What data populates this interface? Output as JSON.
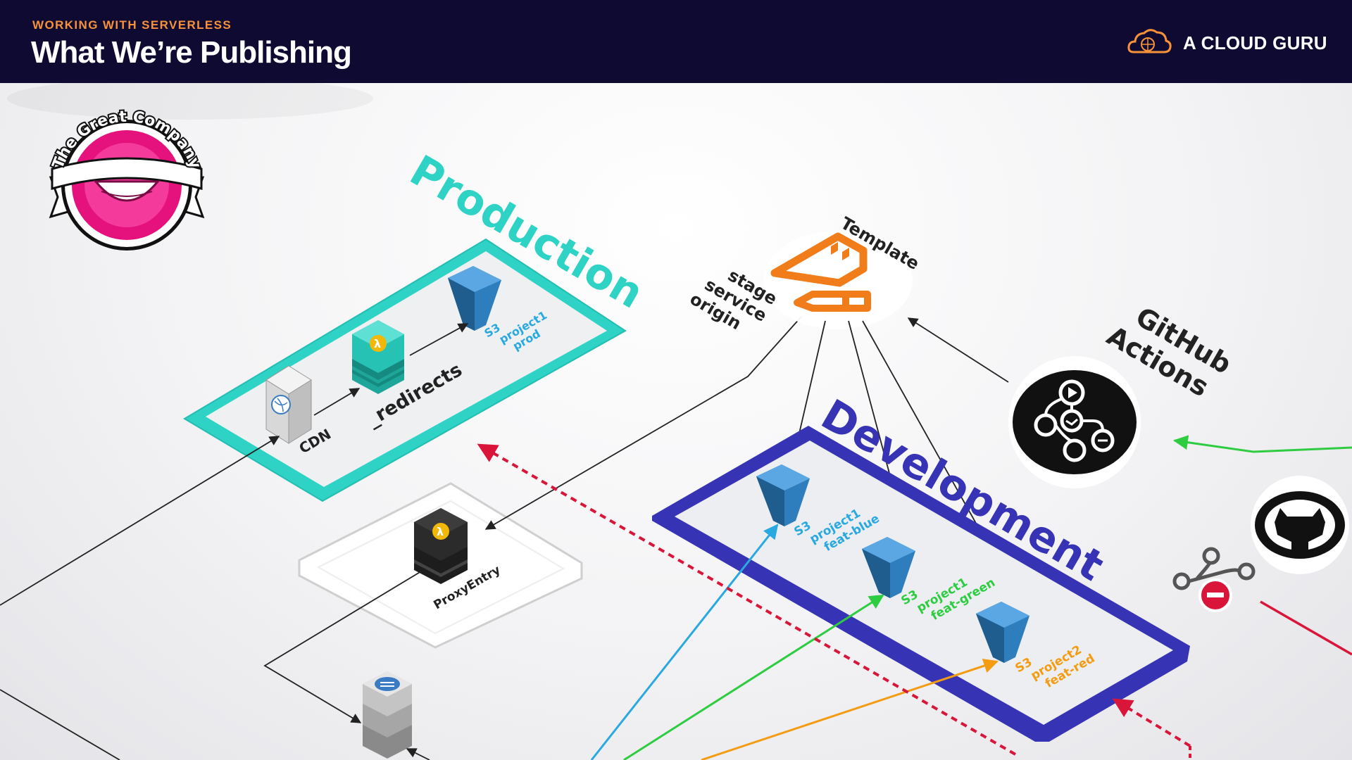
{
  "header": {
    "kicker": "WORKING WITH SERVERLESS",
    "title": "What We’re Publishing",
    "brand": "A CLOUD GURU"
  },
  "logo": {
    "text": "The Great Company"
  },
  "diagram": {
    "production": {
      "title": "Production",
      "cdn": "CDN",
      "redirects": "_redirects",
      "bucket": [
        "S3",
        "project1",
        "prod"
      ]
    },
    "proxy": {
      "label": "ProxyEntry"
    },
    "template": {
      "title": "Template",
      "params": [
        "stage",
        "service",
        "origin"
      ]
    },
    "github_actions": [
      "GitHub",
      "Actions"
    ],
    "development": {
      "title": "Development",
      "buckets": [
        {
          "lines": [
            "S3",
            "project1",
            "feat-blue"
          ],
          "color": "#2aa8e0"
        },
        {
          "lines": [
            "S3",
            "project1",
            "feat-green"
          ],
          "color": "#2ecc40"
        },
        {
          "lines": [
            "S3",
            "project2",
            "feat-red"
          ],
          "color": "#f39c12"
        }
      ]
    },
    "colors": {
      "production": "#2ed3c6",
      "development": "#3633b4",
      "template": "#f07c1a",
      "dashed": "#d9163a",
      "blue_arrow": "#2aa8e0",
      "green_arrow": "#2ecc40",
      "orange_arrow": "#f39c12"
    }
  }
}
